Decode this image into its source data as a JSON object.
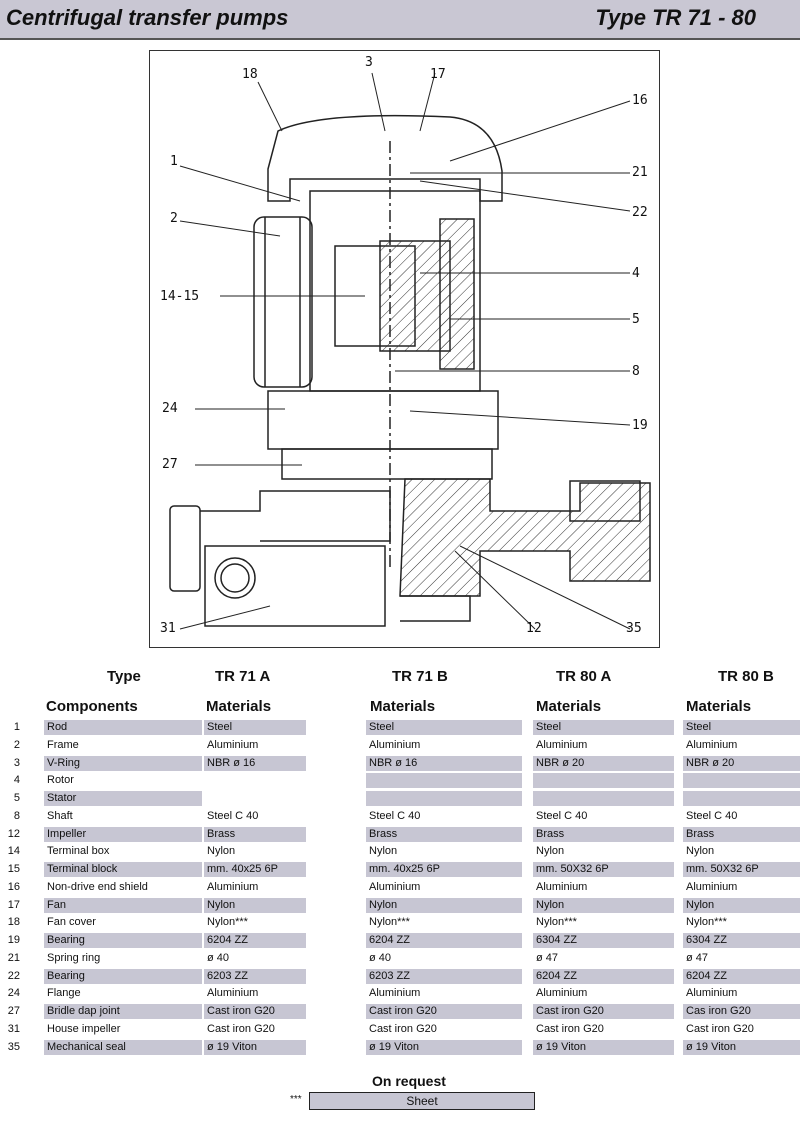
{
  "header": {
    "title": "Centrifugal transfer pumps",
    "type_label": "Type TR   71 - 80"
  },
  "drawing": {
    "labels": [
      "18",
      "3",
      "17",
      "16",
      "1",
      "21",
      "22",
      "2",
      "4",
      "14-15",
      "5",
      "8",
      "24",
      "19",
      "27",
      "31",
      "12",
      "35"
    ]
  },
  "table": {
    "type_label": "Type",
    "models": [
      "TR 71 A",
      "TR 71 B",
      "TR 80 A",
      "TR 80 B"
    ],
    "components_label": "Components",
    "materials_label": "Materials",
    "rows": [
      {
        "n": "1",
        "c": "Rod",
        "m": [
          "Steel",
          "Steel",
          "Steel",
          "Steel"
        ]
      },
      {
        "n": "2",
        "c": "Frame",
        "m": [
          "Aluminium",
          "Aluminium",
          "Aluminium",
          "Aluminium"
        ]
      },
      {
        "n": "3",
        "c": "V-Ring",
        "m": [
          "NBR  ø 16",
          "NBR  ø 16",
          "NBR  ø 20",
          "NBR  ø 20"
        ]
      },
      {
        "n": "4",
        "c": "Rotor",
        "m": [
          "",
          "",
          "",
          ""
        ]
      },
      {
        "n": "5",
        "c": "Stator",
        "m": [
          "",
          "",
          "",
          ""
        ]
      },
      {
        "n": "8",
        "c": "Shaft",
        "m": [
          "Steel C 40",
          "Steel C 40",
          "Steel C 40",
          "Steel C 40"
        ]
      },
      {
        "n": "12",
        "c": "Impeller",
        "m": [
          "Brass",
          "Brass",
          "Brass",
          "Brass"
        ]
      },
      {
        "n": "14",
        "c": "Terminal box",
        "m": [
          "Nylon",
          "Nylon",
          "Nylon",
          "Nylon"
        ]
      },
      {
        "n": "15",
        "c": "Terminal block",
        "m": [
          "mm. 40x25  6P",
          "mm. 40x25  6P",
          "mm. 50X32  6P",
          "mm. 50X32  6P"
        ]
      },
      {
        "n": "16",
        "c": "Non-drive end shield",
        "m": [
          "Aluminium",
          "Aluminium",
          "Aluminium",
          "Aluminium"
        ]
      },
      {
        "n": "17",
        "c": "Fan",
        "m": [
          "Nylon",
          "Nylon",
          "Nylon",
          "Nylon"
        ]
      },
      {
        "n": "18",
        "c": "Fan cover",
        "m": [
          "Nylon***",
          "Nylon***",
          "Nylon***",
          "Nylon***"
        ]
      },
      {
        "n": "19",
        "c": "Bearing",
        "m": [
          "6204 ZZ",
          "6204 ZZ",
          "6304 ZZ",
          "6304 ZZ"
        ]
      },
      {
        "n": "21",
        "c": "Spring ring",
        "m": [
          "ø 40",
          "ø 40",
          "ø 47",
          "ø 47"
        ]
      },
      {
        "n": "22",
        "c": "Bearing",
        "m": [
          "6203 ZZ",
          "6203 ZZ",
          "6204 ZZ",
          "6204 ZZ"
        ]
      },
      {
        "n": "24",
        "c": "Flange",
        "m": [
          "Aluminium",
          "Aluminium",
          "Aluminium",
          "Aluminium"
        ]
      },
      {
        "n": "27",
        "c": "Bridle dap joint",
        "m": [
          "Cast iron  G20",
          "Cast iron  G20",
          "Cast iron  G20",
          "Cas iron G20"
        ]
      },
      {
        "n": "31",
        "c": "House impeller",
        "m": [
          "Cast iron  G20",
          "Cast iron  G20",
          "Cast iron  G20",
          "Cast iron  G20"
        ]
      },
      {
        "n": "35",
        "c": "Mechanical seal",
        "m": [
          "ø 19  Viton",
          "ø 19  Viton",
          "ø 19  Viton",
          "ø 19  Viton"
        ]
      }
    ]
  },
  "footer": {
    "on_request": "On request",
    "stars": "***",
    "sheet": "Sheet"
  },
  "colors": {
    "shade": "#c7c6d3",
    "header_bg": "#c9c7d3"
  }
}
